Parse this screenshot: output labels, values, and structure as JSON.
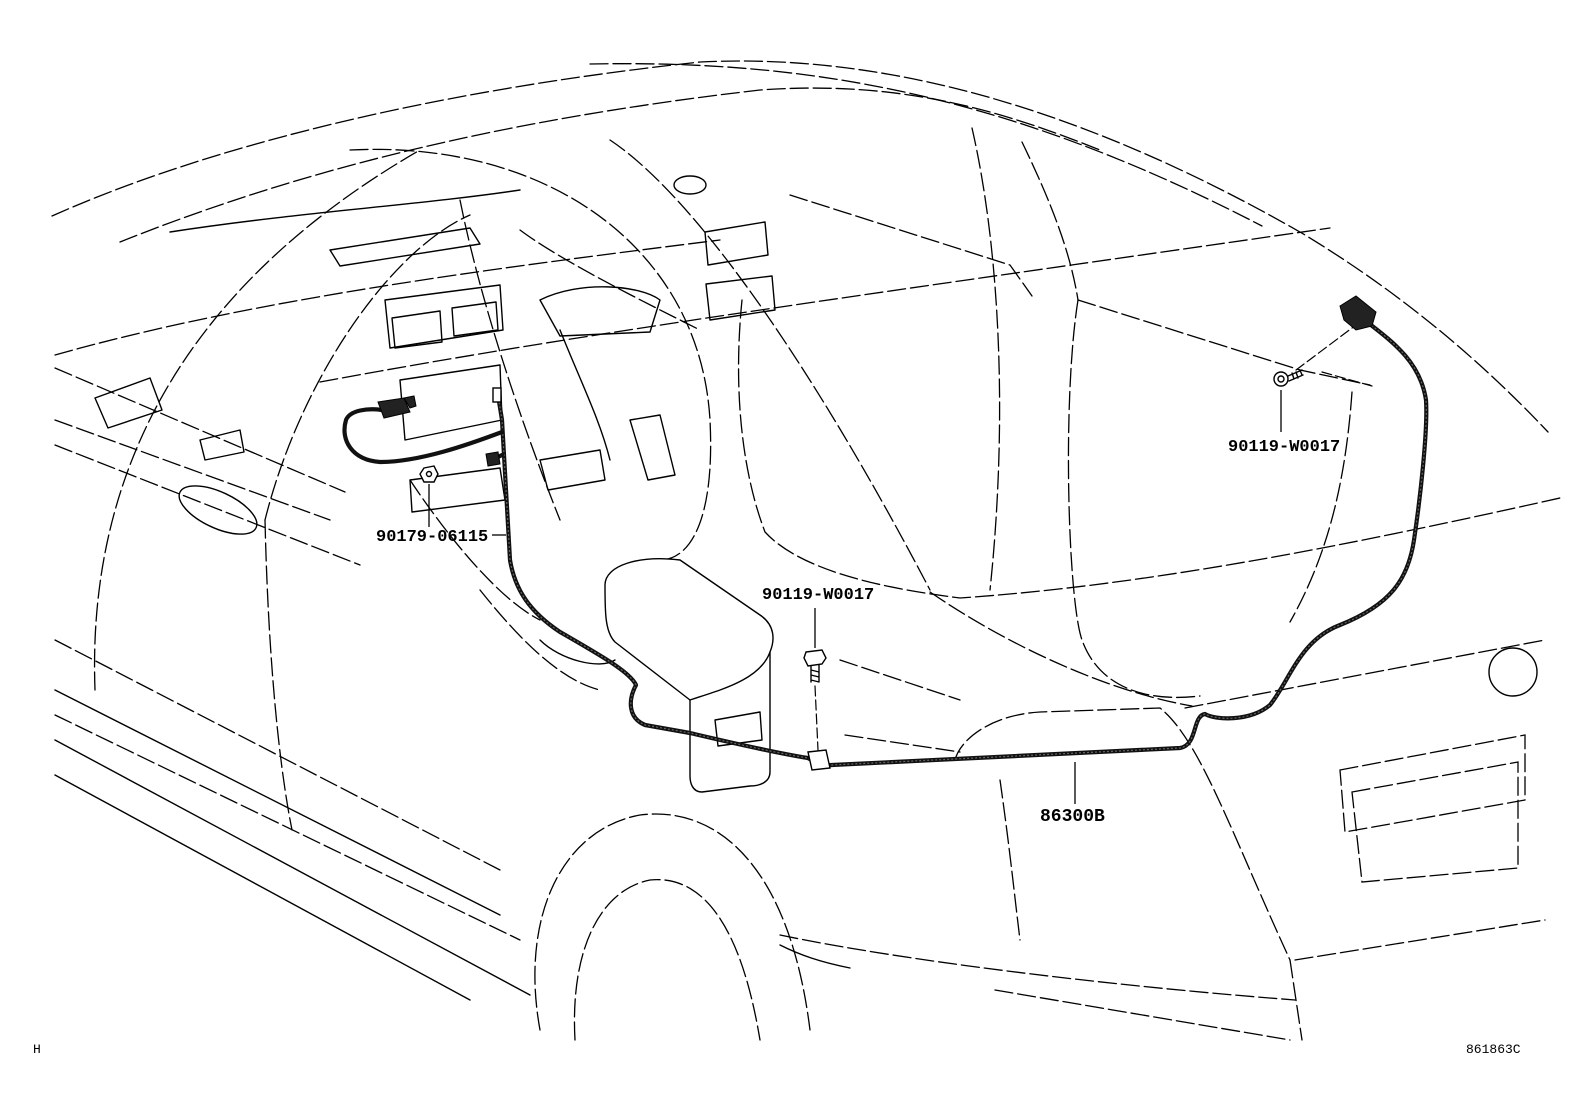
{
  "diagram": {
    "callouts": {
      "bolt_rear": "90119-W0017",
      "nut_console": "90179-06115",
      "bolt_floor": "90119-W0017",
      "harness": "86300B"
    },
    "corner_code": "H",
    "illustration_code": "861863C"
  },
  "colors": {
    "line": "#000000",
    "background": "#ffffff"
  }
}
